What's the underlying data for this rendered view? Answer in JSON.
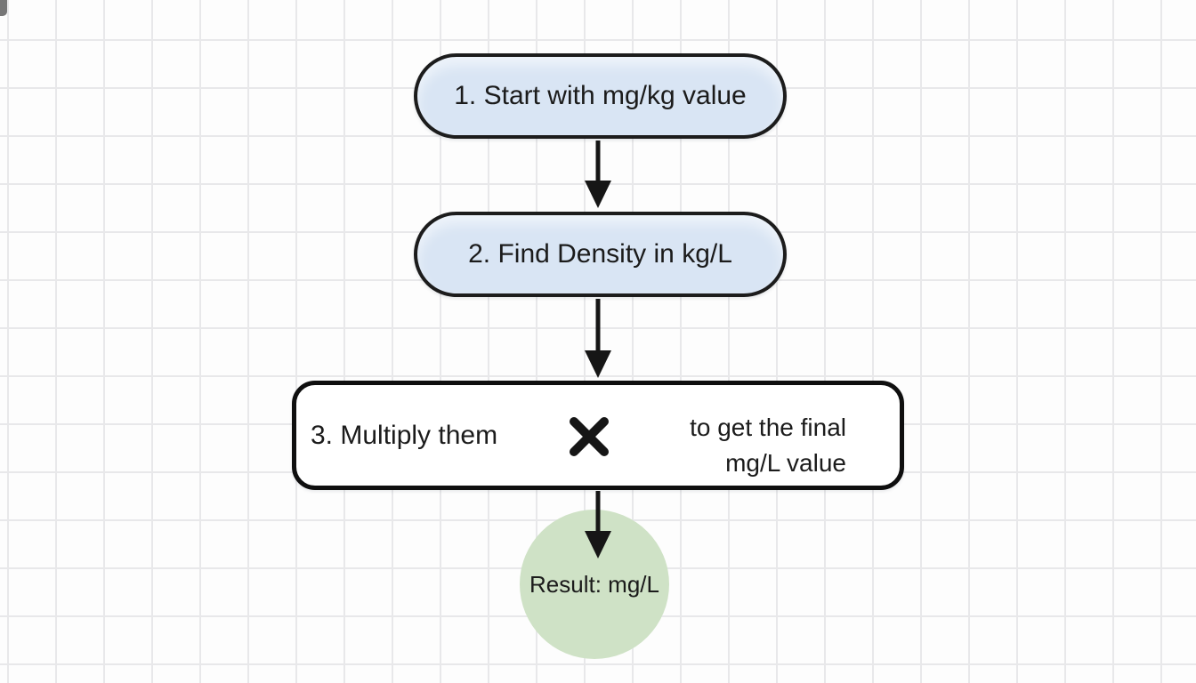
{
  "diagram": {
    "type": "flowchart",
    "nodes": [
      {
        "id": "step-1",
        "shape": "rounded-rectangle",
        "label": "1. Start with mg/kg value",
        "fill": "#d9e5f4"
      },
      {
        "id": "step-2",
        "shape": "rounded-rectangle",
        "label": "2. Find Density in kg/L",
        "fill": "#d9e5f4"
      },
      {
        "id": "step-3",
        "shape": "rectangle",
        "label_left": "3. Multiply them",
        "operator": "×",
        "label_right_line1": "to get the final",
        "label_right_line2": "mg/L value",
        "fill": "#ffffff"
      },
      {
        "id": "result",
        "shape": "circle",
        "label": "Result: mg/L",
        "fill": "#cfe2c6"
      }
    ],
    "edges": [
      {
        "from": "step-1",
        "to": "step-2",
        "type": "arrow-down"
      },
      {
        "from": "step-2",
        "to": "step-3",
        "type": "arrow-down"
      },
      {
        "from": "step-3",
        "to": "result",
        "type": "arrow-down"
      }
    ],
    "colors": {
      "pill_fill": "#d9e5f4",
      "process_fill": "#ffffff",
      "result_fill": "#cfe2c6",
      "node_border": "#1c1c1c",
      "arrow": "#161616",
      "text": "#1b1b1b",
      "grid_line": "#e8e8ea",
      "background": "#fdfdfd"
    }
  }
}
